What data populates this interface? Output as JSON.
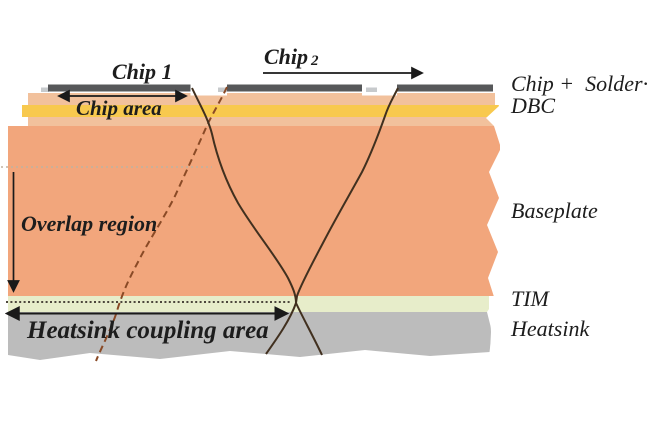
{
  "figure": {
    "annotations": {
      "chip1": "Chip 1",
      "chip2_word": "Chip",
      "chip2_num": "2",
      "chip_area": "Chip area",
      "overlap_region": "Overlap region",
      "heatsink_coupling_area": "Heatsink coupling area"
    },
    "layer_labels": {
      "chip_solder": "Chip +  Solder·",
      "dbc": "DBC",
      "baseplate": "Baseplate",
      "tim": "TIM",
      "heatsink": "Heatsink"
    },
    "colors": {
      "baseplate": "#f2a67c",
      "dbc_copper": "#f2c19c",
      "dbc_ceramic": "#f8c94e",
      "tim": "#e7edca",
      "heatsink": "#bcbcbc",
      "chip": "#57585a",
      "solder_stub": "#c7cacc",
      "crack_solid": "#41301f",
      "crack_dashed": "#8a4a26",
      "overlap_dotted": "#c0b2a0",
      "tim_dotted": "#4c463c",
      "annotation": "#1a1a1a"
    }
  }
}
